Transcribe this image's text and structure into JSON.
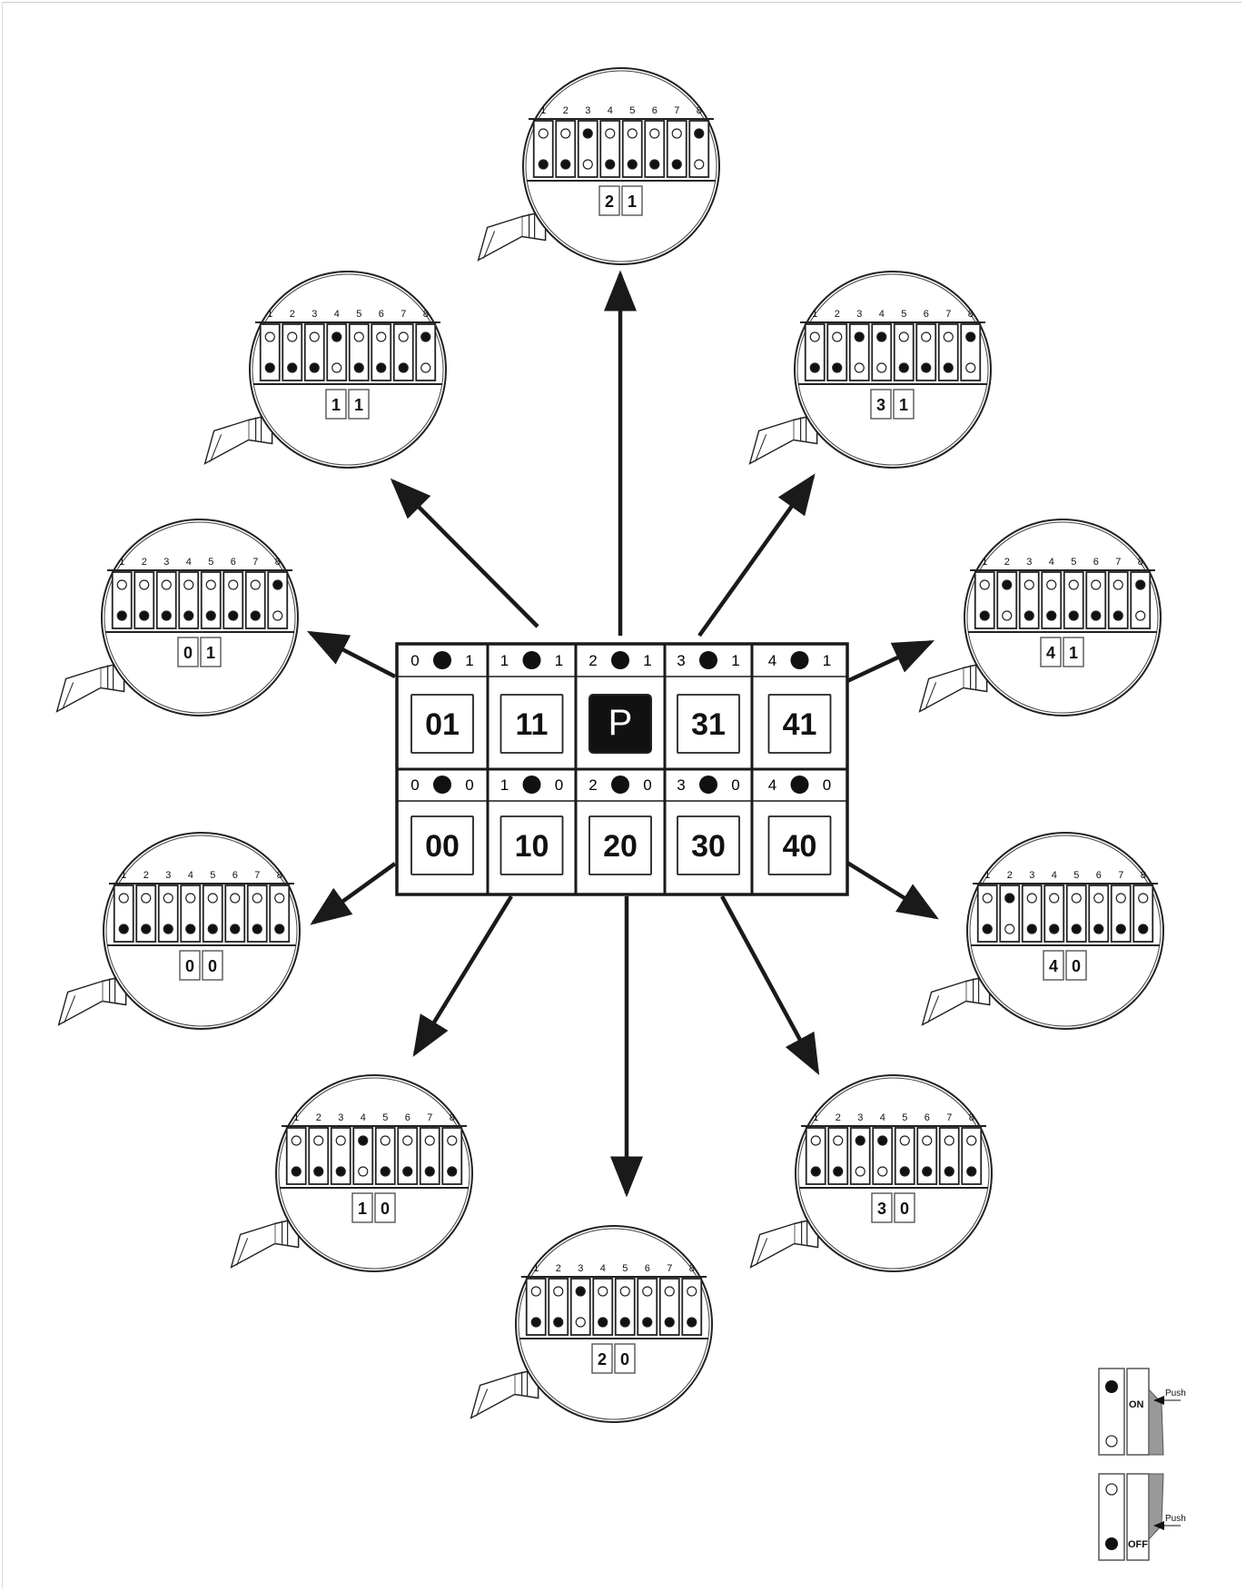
{
  "table": {
    "top_row": [
      {
        "indicator_left": "0",
        "indicator_right": "1",
        "code": "01"
      },
      {
        "indicator_left": "1",
        "indicator_right": "1",
        "code": "11"
      },
      {
        "indicator_left": "2",
        "indicator_right": "1",
        "code": "P"
      },
      {
        "indicator_left": "3",
        "indicator_right": "1",
        "code": "31"
      },
      {
        "indicator_left": "4",
        "indicator_right": "1",
        "code": "41"
      }
    ],
    "bottom_row": [
      {
        "indicator_left": "0",
        "indicator_right": "0",
        "code": "00"
      },
      {
        "indicator_left": "1",
        "indicator_right": "0",
        "code": "10"
      },
      {
        "indicator_left": "2",
        "indicator_right": "0",
        "code": "20"
      },
      {
        "indicator_left": "3",
        "indicator_right": "0",
        "code": "30"
      },
      {
        "indicator_left": "4",
        "indicator_right": "0",
        "code": "40"
      }
    ]
  },
  "switch_numbers": [
    "1",
    "2",
    "3",
    "4",
    "5",
    "6",
    "7",
    "8"
  ],
  "magnifiers": [
    {
      "id": "21",
      "digits": [
        "2",
        "1"
      ],
      "on_switches": [
        3,
        8
      ]
    },
    {
      "id": "11",
      "digits": [
        "1",
        "1"
      ],
      "on_switches": [
        4,
        8
      ]
    },
    {
      "id": "31",
      "digits": [
        "3",
        "1"
      ],
      "on_switches": [
        3,
        4,
        8
      ]
    },
    {
      "id": "01",
      "digits": [
        "0",
        "1"
      ],
      "on_switches": [
        8
      ]
    },
    {
      "id": "41",
      "digits": [
        "4",
        "1"
      ],
      "on_switches": [
        2,
        8
      ]
    },
    {
      "id": "00",
      "digits": [
        "0",
        "0"
      ],
      "on_switches": []
    },
    {
      "id": "40",
      "digits": [
        "4",
        "0"
      ],
      "on_switches": [
        2
      ]
    },
    {
      "id": "10",
      "digits": [
        "1",
        "0"
      ],
      "on_switches": [
        4
      ]
    },
    {
      "id": "30",
      "digits": [
        "3",
        "0"
      ],
      "on_switches": [
        3,
        4
      ]
    },
    {
      "id": "20",
      "digits": [
        "2",
        "0"
      ],
      "on_switches": [
        3
      ]
    }
  ],
  "legend": {
    "on_label": "ON",
    "off_label": "OFF",
    "push_label": "Push"
  }
}
